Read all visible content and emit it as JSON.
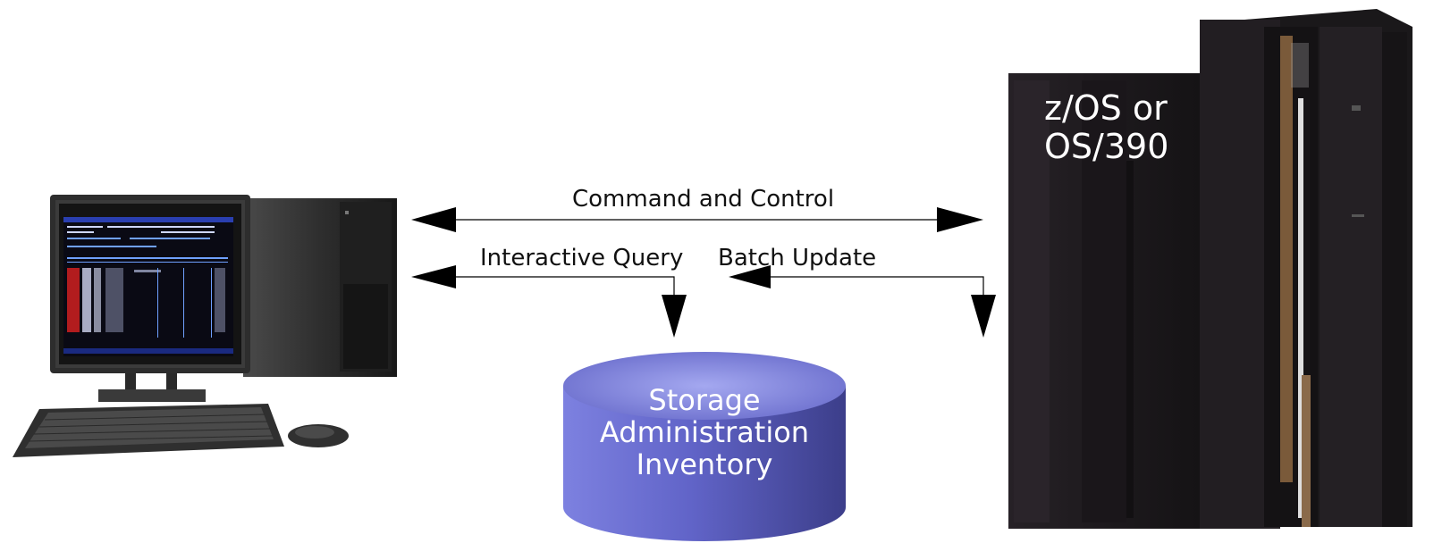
{
  "labels": {
    "command_control": "Command and Control",
    "interactive_query": "Interactive Query",
    "batch_update": "Batch Update"
  },
  "mainframe": {
    "line1": "z/OS or",
    "line2": "OS/390"
  },
  "database": {
    "line1": "Storage",
    "line2": "Administration",
    "line3": "Inventory"
  },
  "colors": {
    "database": "#6b6fd0",
    "mainframe": "#1c1a1c",
    "terminal_bg": "#0a0a14",
    "arrow": "#000000"
  }
}
